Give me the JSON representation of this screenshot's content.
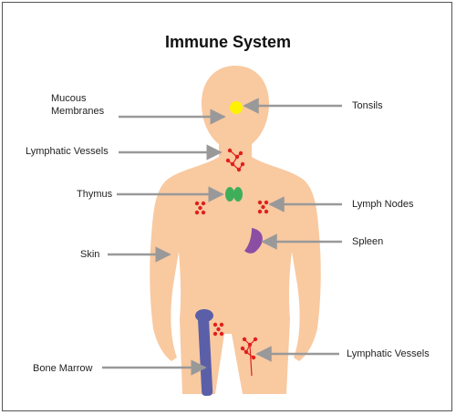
{
  "title": "Immune System",
  "labels": {
    "mucous": [
      "Mucous",
      "Membranes"
    ],
    "lymphatic_upper": "Lymphatic Vessels",
    "thymus": "Thymus",
    "skin": "Skin",
    "bone_marrow": "Bone Marrow",
    "tonsils": "Tonsils",
    "lymph_nodes": "Lymph Nodes",
    "spleen": "Spleen",
    "lymphatic_lower": "Lymphatic Vessels"
  },
  "colors": {
    "body": "#f9c9a0",
    "arrow": "#999999",
    "tonsil": "#fff200",
    "thymus": "#3fae5a",
    "node": "#e0201b",
    "spleen": "#8a4fa3",
    "bone": "#5a5fa8"
  }
}
